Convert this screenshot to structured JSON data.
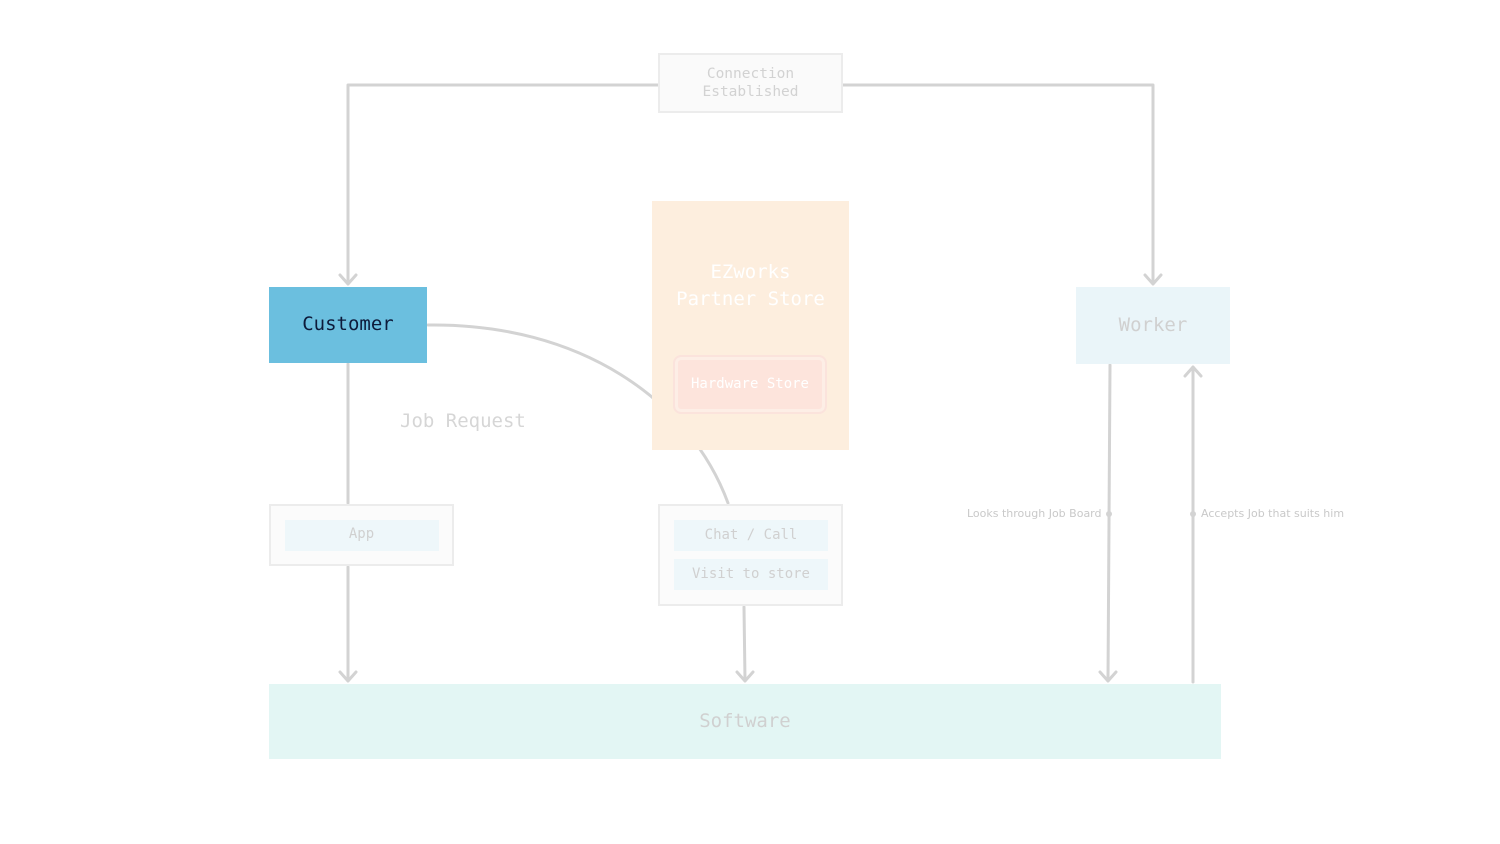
{
  "diagram": {
    "nodes": {
      "connection": {
        "lines": [
          "Connection",
          "Established"
        ]
      },
      "customer": {
        "label": "Customer"
      },
      "partner_store": {
        "lines": [
          "EZworks",
          "Partner Store"
        ]
      },
      "hardware_store": {
        "label": "Hardware Store"
      },
      "worker": {
        "label": "Worker"
      },
      "app": {
        "label": "App"
      },
      "chat_call": {
        "label": "Chat / Call"
      },
      "visit_store": {
        "label": "Visit to store"
      },
      "software": {
        "label": "Software"
      }
    },
    "labels": {
      "job_request": "Job Request",
      "looks_through": "Looks through Job Board",
      "accepts_job": "Accepts Job that suits him"
    },
    "colors": {
      "connector": "#d3d3d3",
      "customer_fill": "#6bbfdf",
      "customer_text": "#0d1a3a",
      "partner_fill": "#fdeede",
      "worker_fill": "#eaf5f9",
      "software_fill": "#e3f6f4",
      "pale_text": "#d5d5d5"
    }
  }
}
